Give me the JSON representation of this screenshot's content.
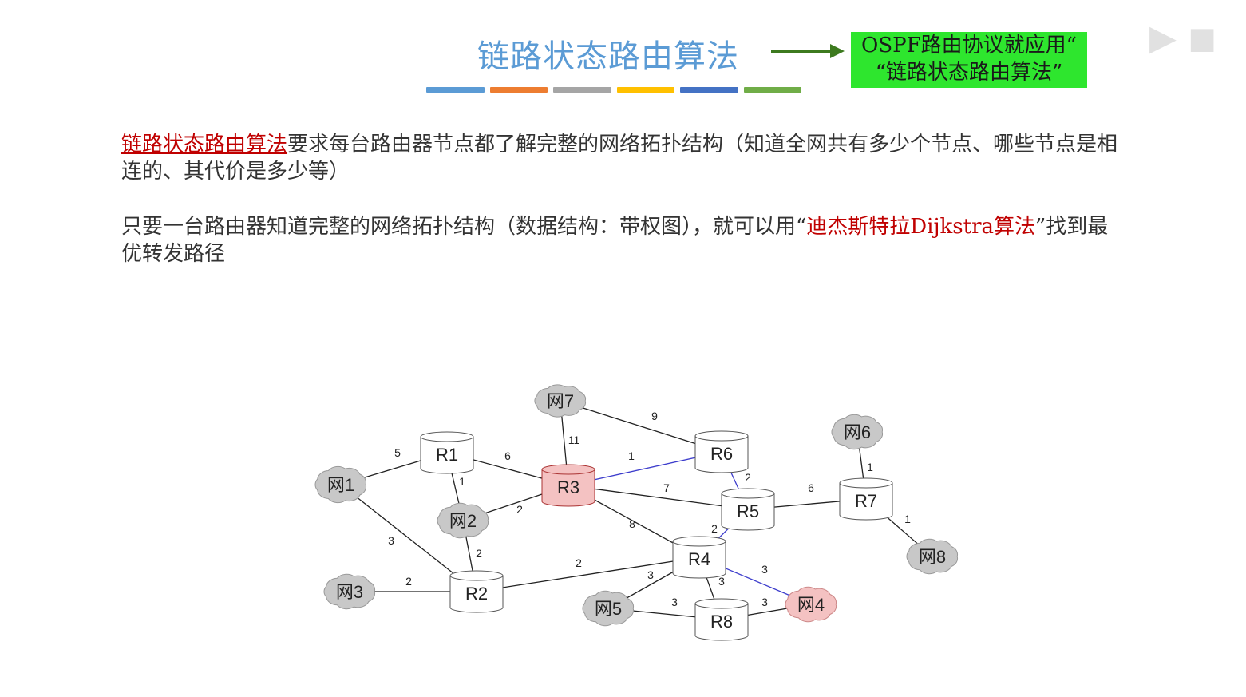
{
  "title": "链路状态路由算法",
  "ospf_note": {
    "line1": "OSPF路由协议就应用“",
    "line2": "“链路状态路由算法”"
  },
  "colors": {
    "title": "#5b9bd5",
    "ospf_bg": "#2ee62e",
    "highlight": "#c00000",
    "path_edge": "#3d3dcc",
    "selected_node": "#f4c2c2",
    "router_fill": "#ffffff",
    "network_fill": "#c8c8c8",
    "underline_bars": [
      "#5b9bd5",
      "#ed7d31",
      "#a5a5a5",
      "#ffc000",
      "#4472c4",
      "#70ad47"
    ]
  },
  "paragraph1": {
    "highlight": "链路状态路由算法",
    "text": "要求每台路由器节点都了解完整的网络拓扑结构（知道全网共有多少个节点、哪些节点是相连的、其代价是多少等）"
  },
  "paragraph2": {
    "text_before": "只要一台路由器知道完整的网络拓扑结构（数据结构：带权图），就可以用“",
    "highlight": "迪杰斯特拉Dijkstra算法",
    "text_after": "”找到最优转发路径"
  },
  "topology": {
    "nodes": [
      {
        "id": "R1",
        "label": "R1",
        "kind": "router"
      },
      {
        "id": "R2",
        "label": "R2",
        "kind": "router"
      },
      {
        "id": "R3",
        "label": "R3",
        "kind": "router",
        "selected": true
      },
      {
        "id": "R4",
        "label": "R4",
        "kind": "router"
      },
      {
        "id": "R5",
        "label": "R5",
        "kind": "router"
      },
      {
        "id": "R6",
        "label": "R6",
        "kind": "router"
      },
      {
        "id": "R7",
        "label": "R7",
        "kind": "router"
      },
      {
        "id": "R8",
        "label": "R8",
        "kind": "router"
      },
      {
        "id": "N1",
        "label": "网1",
        "kind": "network"
      },
      {
        "id": "N2",
        "label": "网2",
        "kind": "network"
      },
      {
        "id": "N3",
        "label": "网3",
        "kind": "network"
      },
      {
        "id": "N4",
        "label": "网4",
        "kind": "network",
        "selected": true
      },
      {
        "id": "N5",
        "label": "网5",
        "kind": "network"
      },
      {
        "id": "N6",
        "label": "网6",
        "kind": "network"
      },
      {
        "id": "N7",
        "label": "网7",
        "kind": "network"
      },
      {
        "id": "N8",
        "label": "网8",
        "kind": "network"
      }
    ],
    "edges": [
      {
        "from": "N1",
        "to": "R1",
        "cost": "5"
      },
      {
        "from": "N1",
        "to": "R2",
        "cost": "3"
      },
      {
        "from": "R1",
        "to": "N2",
        "cost": "1"
      },
      {
        "from": "R1",
        "to": "R3",
        "cost": "6"
      },
      {
        "from": "N2",
        "to": "R3",
        "cost": "2"
      },
      {
        "from": "N2",
        "to": "R2",
        "cost": "2"
      },
      {
        "from": "N3",
        "to": "R2",
        "cost": "2"
      },
      {
        "from": "R2",
        "to": "R4",
        "cost": "2"
      },
      {
        "from": "N7",
        "to": "R3",
        "cost": "11"
      },
      {
        "from": "N7",
        "to": "R6",
        "cost": "9"
      },
      {
        "from": "R3",
        "to": "R6",
        "cost": "1",
        "path": true
      },
      {
        "from": "R3",
        "to": "R5",
        "cost": "7"
      },
      {
        "from": "R3",
        "to": "R4",
        "cost": "8"
      },
      {
        "from": "R6",
        "to": "R5",
        "cost": "2",
        "path": true
      },
      {
        "from": "R5",
        "to": "R4",
        "cost": "2",
        "path": true
      },
      {
        "from": "R5",
        "to": "R7",
        "cost": "6"
      },
      {
        "from": "N6",
        "to": "R7",
        "cost": "1"
      },
      {
        "from": "R7",
        "to": "N8",
        "cost": "1"
      },
      {
        "from": "R4",
        "to": "N5",
        "cost": "3"
      },
      {
        "from": "R4",
        "to": "R8",
        "cost": "3"
      },
      {
        "from": "R4",
        "to": "N4",
        "cost": "3",
        "path": true
      },
      {
        "from": "N5",
        "to": "R8",
        "cost": "3"
      },
      {
        "from": "R8",
        "to": "N4",
        "cost": "3"
      }
    ]
  }
}
